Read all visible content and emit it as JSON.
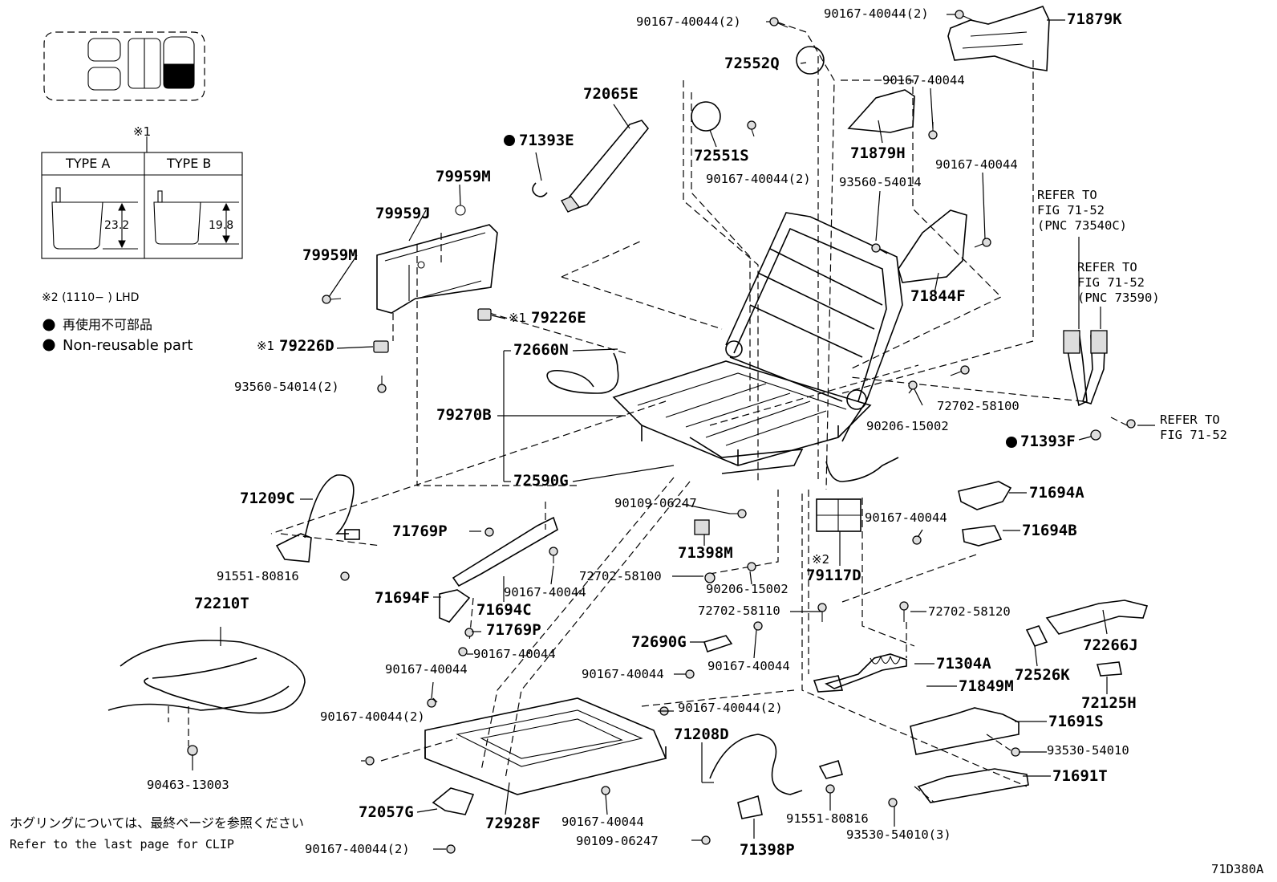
{
  "legend": {
    "type_marker": "※1",
    "type_a": "TYPE A",
    "type_b": "TYPE B",
    "dim_a": "23.2",
    "dim_b": "19.8",
    "note_lhd": "※2 (1110−      ) LHD",
    "non_reusable_jp": "再使用不可部品",
    "non_reusable_en": "Non-reusable part"
  },
  "labels": {
    "p71879K": "71879K",
    "p72552Q": "72552Q",
    "p72065E": "72065E",
    "p71393E": "71393E",
    "p72551S": "72551S",
    "p71879H": "71879H",
    "p79959M_a": "79959M",
    "p79959J": "79959J",
    "p79959M_b": "79959M",
    "p79226E": "79226E",
    "p79226D": "79226D",
    "p71844F": "71844F",
    "p72660N": "72660N",
    "p79270B": "79270B",
    "p72590G": "72590G",
    "p71209C": "71209C",
    "p71769P_a": "71769P",
    "p71694F": "71694F",
    "p71694C": "71694C",
    "p71769P_b": "71769P",
    "p71398M": "71398M",
    "p79117D": "79117D",
    "p71694A": "71694A",
    "p71694B": "71694B",
    "p71393F": "71393F",
    "p72210T": "72210T",
    "p72690G": "72690G",
    "p71304A": "71304A",
    "p71849M": "71849M",
    "p72266J": "72266J",
    "p72526K": "72526K",
    "p72125H": "72125H",
    "p71691S": "71691S",
    "p71691T": "71691T",
    "p71208D": "71208D",
    "p72057G": "72057G",
    "p72928F": "72928F",
    "p71398P": "71398P"
  },
  "bolts": {
    "b1": "90167-40044(2)",
    "b2": "90167-40044(2)",
    "b3": "90167-40044",
    "b4": "90167-40044(2)",
    "b5": "90167-40044",
    "b6": "93560-54014",
    "b7": "93560-54014(2)",
    "b8": "72702-58100",
    "b9": "90206-15002",
    "b10": "90109-06247",
    "b11": "90167-40044",
    "b12": "90167-40044",
    "b13": "72702-58100",
    "b14": "90206-15002",
    "b15": "91551-80816",
    "b16": "90167-40044",
    "b17": "72702-58110",
    "b18": "72702-58120",
    "b19": "90167-40044",
    "b20": "90167-40044",
    "b21": "90167-40044",
    "b22": "90167-40044(2)",
    "b23": "90167-40044(2)",
    "b24": "90463-13003",
    "b25": "93530-54010",
    "b26": "93530-54010(3)",
    "b27": "91551-80816",
    "b28": "90167-40044",
    "b29": "90109-06247",
    "b30": "90167-40044(2)"
  },
  "refs": {
    "r1_l1": "REFER TO",
    "r1_l2": "FIG 71-52",
    "r1_l3": "(PNC 73540C)",
    "r2_l1": "REFER TO",
    "r2_l2": "FIG 71-52",
    "r2_l3": "(PNC 73590)",
    "r3_l1": "REFER TO",
    "r3_l2": "FIG 71-52"
  },
  "markers": {
    "m1": "※1",
    "m2": "※1",
    "m3": "※2"
  },
  "footer": {
    "clip_jp": "ホグリングについては、最終ページを参照ください",
    "clip_en": "Refer to the last page for CLIP",
    "figure_id": "71D380A"
  }
}
